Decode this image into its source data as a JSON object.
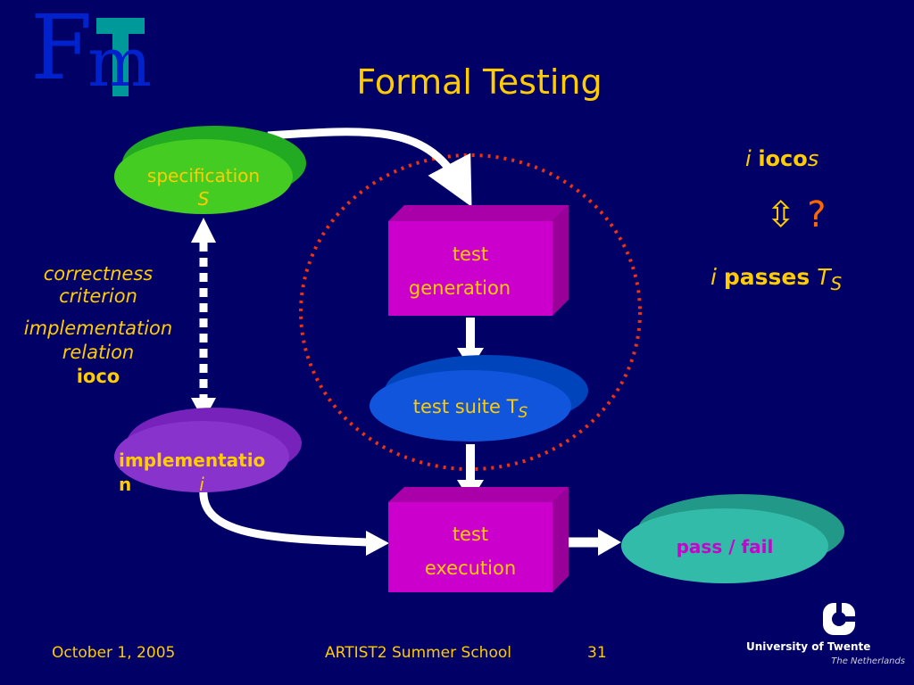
{
  "slide": {
    "title": "Formal Testing",
    "logo_text_f": "F",
    "logo_text_m": "m",
    "footer": {
      "date": "October 1, 2005",
      "event": "ARTIST2 Summer School",
      "page": "31"
    },
    "university": {
      "name": "University of Twente",
      "country": "The Netherlands"
    }
  },
  "nodes": {
    "specification": {
      "line1": "specification",
      "line2": "S"
    },
    "implementation": {
      "line1": "implementatio",
      "line2a": "n",
      "line2b": "i"
    },
    "test_generation": {
      "line1": "test",
      "line2": "generation"
    },
    "test_suite": {
      "text": "test suite T",
      "sub": "S"
    },
    "test_execution": {
      "line1": "test",
      "line2": "execution"
    },
    "pass_fail": {
      "text": "pass / fail"
    }
  },
  "side_text": {
    "correctness": {
      "line1": "correctness",
      "line2": "criterion"
    },
    "relation": {
      "line1": "implementation",
      "line2": "relation",
      "line3": "ioco"
    }
  },
  "right_text": {
    "top_i": "i",
    "top_ioco": "ioco",
    "top_s": "s",
    "arrow": "⇳",
    "question": "?",
    "bot_i": "i",
    "bot_passes": "passes",
    "bot_t": "T",
    "bot_sub": "S"
  },
  "colors": {
    "background": "#000066",
    "title": "#ffcc00",
    "magenta_box": "#cc00cc",
    "green_oval": "#44cc22",
    "purple_oval": "#8833cc",
    "blue_oval": "#1155dd",
    "teal_oval": "#33bbaa",
    "dotted_circle": "#ee3311"
  }
}
